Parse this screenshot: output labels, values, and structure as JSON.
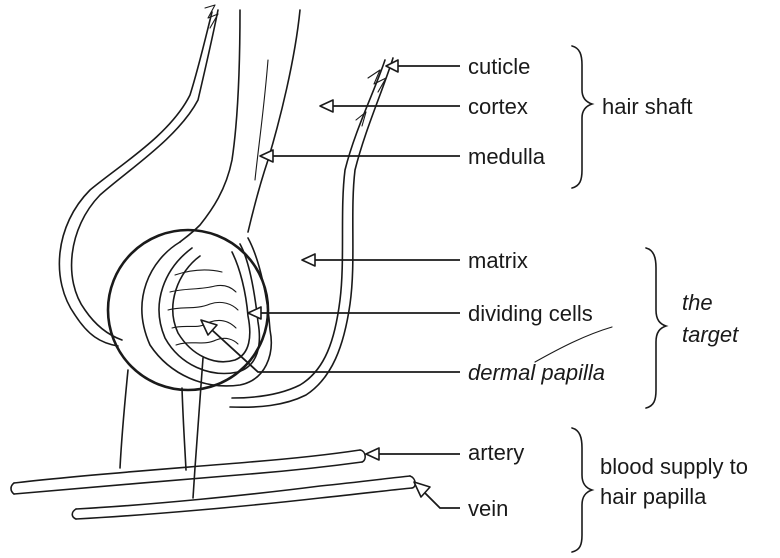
{
  "labels": {
    "cuticle": "cuticle",
    "cortex": "cortex",
    "medulla": "medulla",
    "matrix": "matrix",
    "dividing_cells": "dividing cells",
    "dermal_papilla": "dermal papilla",
    "artery": "artery",
    "vein": "vein"
  },
  "groups": {
    "hair_shaft": "hair shaft",
    "the_target_line1": "the",
    "the_target_line2": "target",
    "blood_supply_line1": "blood supply to",
    "blood_supply_line2": "hair papilla"
  }
}
